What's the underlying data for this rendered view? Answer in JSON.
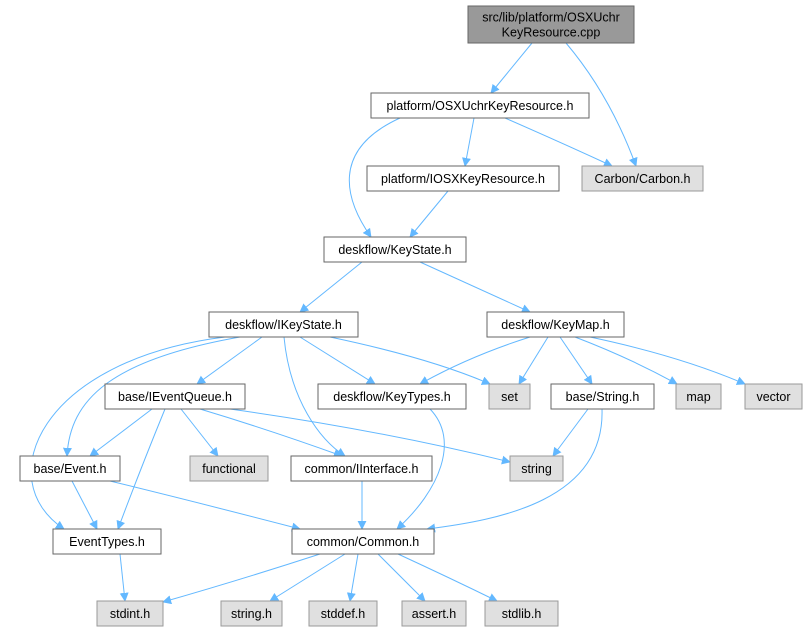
{
  "colors": {
    "edge": "#63b8ff",
    "node_border": "#666666",
    "root_fill": "#999999",
    "file_fill": "#ffffff",
    "external_fill": "#e0e0e0",
    "external_border": "#999999"
  },
  "nodes": [
    {
      "id": "root",
      "label": "src/lib/platform/OSXUchrKeyResource.cpp",
      "lines": [
        "src/lib/platform/OSXUchr",
        "KeyResource.cpp"
      ],
      "kind": "root"
    },
    {
      "id": "osxuchr",
      "label": "platform/OSXUchrKeyResource.h",
      "lines": [
        "platform/OSXUchrKeyResource.h"
      ],
      "kind": "file"
    },
    {
      "id": "carbon",
      "label": "Carbon/Carbon.h",
      "lines": [
        "Carbon/Carbon.h"
      ],
      "kind": "external"
    },
    {
      "id": "iosxkey",
      "label": "platform/IOSXKeyResource.h",
      "lines": [
        "platform/IOSXKeyResource.h"
      ],
      "kind": "file"
    },
    {
      "id": "keystate",
      "label": "deskflow/KeyState.h",
      "lines": [
        "deskflow/KeyState.h"
      ],
      "kind": "file"
    },
    {
      "id": "ikeystate",
      "label": "deskflow/IKeyState.h",
      "lines": [
        "deskflow/IKeyState.h"
      ],
      "kind": "file"
    },
    {
      "id": "keymap",
      "label": "deskflow/KeyMap.h",
      "lines": [
        "deskflow/KeyMap.h"
      ],
      "kind": "file"
    },
    {
      "id": "ieventqueue",
      "label": "base/IEventQueue.h",
      "lines": [
        "base/IEventQueue.h"
      ],
      "kind": "file"
    },
    {
      "id": "keytypes",
      "label": "deskflow/KeyTypes.h",
      "lines": [
        "deskflow/KeyTypes.h"
      ],
      "kind": "file"
    },
    {
      "id": "set",
      "label": "set",
      "lines": [
        "set"
      ],
      "kind": "external"
    },
    {
      "id": "basestring",
      "label": "base/String.h",
      "lines": [
        "base/String.h"
      ],
      "kind": "file"
    },
    {
      "id": "map",
      "label": "map",
      "lines": [
        "map"
      ],
      "kind": "external"
    },
    {
      "id": "vector",
      "label": "vector",
      "lines": [
        "vector"
      ],
      "kind": "external"
    },
    {
      "id": "event",
      "label": "base/Event.h",
      "lines": [
        "base/Event.h"
      ],
      "kind": "file"
    },
    {
      "id": "functional",
      "label": "functional",
      "lines": [
        "functional"
      ],
      "kind": "external"
    },
    {
      "id": "iinterface",
      "label": "common/IInterface.h",
      "lines": [
        "common/IInterface.h"
      ],
      "kind": "file"
    },
    {
      "id": "string",
      "label": "string",
      "lines": [
        "string"
      ],
      "kind": "external"
    },
    {
      "id": "eventtypes",
      "label": "EventTypes.h",
      "lines": [
        "EventTypes.h"
      ],
      "kind": "file"
    },
    {
      "id": "common",
      "label": "common/Common.h",
      "lines": [
        "common/Common.h"
      ],
      "kind": "file"
    },
    {
      "id": "stdint",
      "label": "stdint.h",
      "lines": [
        "stdint.h"
      ],
      "kind": "external"
    },
    {
      "id": "stringh",
      "label": "string.h",
      "lines": [
        "string.h"
      ],
      "kind": "external"
    },
    {
      "id": "stddef",
      "label": "stddef.h",
      "lines": [
        "stddef.h"
      ],
      "kind": "external"
    },
    {
      "id": "assert",
      "label": "assert.h",
      "lines": [
        "assert.h"
      ],
      "kind": "external"
    },
    {
      "id": "stdlib",
      "label": "stdlib.h",
      "lines": [
        "stdlib.h"
      ],
      "kind": "external"
    }
  ],
  "edges": [
    [
      "root",
      "osxuchr"
    ],
    [
      "root",
      "carbon"
    ],
    [
      "osxuchr",
      "carbon"
    ],
    [
      "osxuchr",
      "iosxkey"
    ],
    [
      "osxuchr",
      "keystate"
    ],
    [
      "iosxkey",
      "keystate"
    ],
    [
      "keystate",
      "ikeystate"
    ],
    [
      "keystate",
      "keymap"
    ],
    [
      "ikeystate",
      "ieventqueue"
    ],
    [
      "ikeystate",
      "keytypes"
    ],
    [
      "ikeystate",
      "set"
    ],
    [
      "ikeystate",
      "event"
    ],
    [
      "ikeystate",
      "eventtypes"
    ],
    [
      "ikeystate",
      "iinterface"
    ],
    [
      "keymap",
      "keytypes"
    ],
    [
      "keymap",
      "set"
    ],
    [
      "keymap",
      "basestring"
    ],
    [
      "keymap",
      "map"
    ],
    [
      "keymap",
      "vector"
    ],
    [
      "ieventqueue",
      "event"
    ],
    [
      "ieventqueue",
      "functional"
    ],
    [
      "ieventqueue",
      "iinterface"
    ],
    [
      "ieventqueue",
      "string"
    ],
    [
      "ieventqueue",
      "eventtypes"
    ],
    [
      "keytypes",
      "common"
    ],
    [
      "basestring",
      "string"
    ],
    [
      "basestring",
      "common"
    ],
    [
      "event",
      "eventtypes"
    ],
    [
      "event",
      "common"
    ],
    [
      "iinterface",
      "common"
    ],
    [
      "eventtypes",
      "stdint"
    ],
    [
      "common",
      "stdint"
    ],
    [
      "common",
      "stringh"
    ],
    [
      "common",
      "stddef"
    ],
    [
      "common",
      "assert"
    ],
    [
      "common",
      "stdlib"
    ]
  ]
}
